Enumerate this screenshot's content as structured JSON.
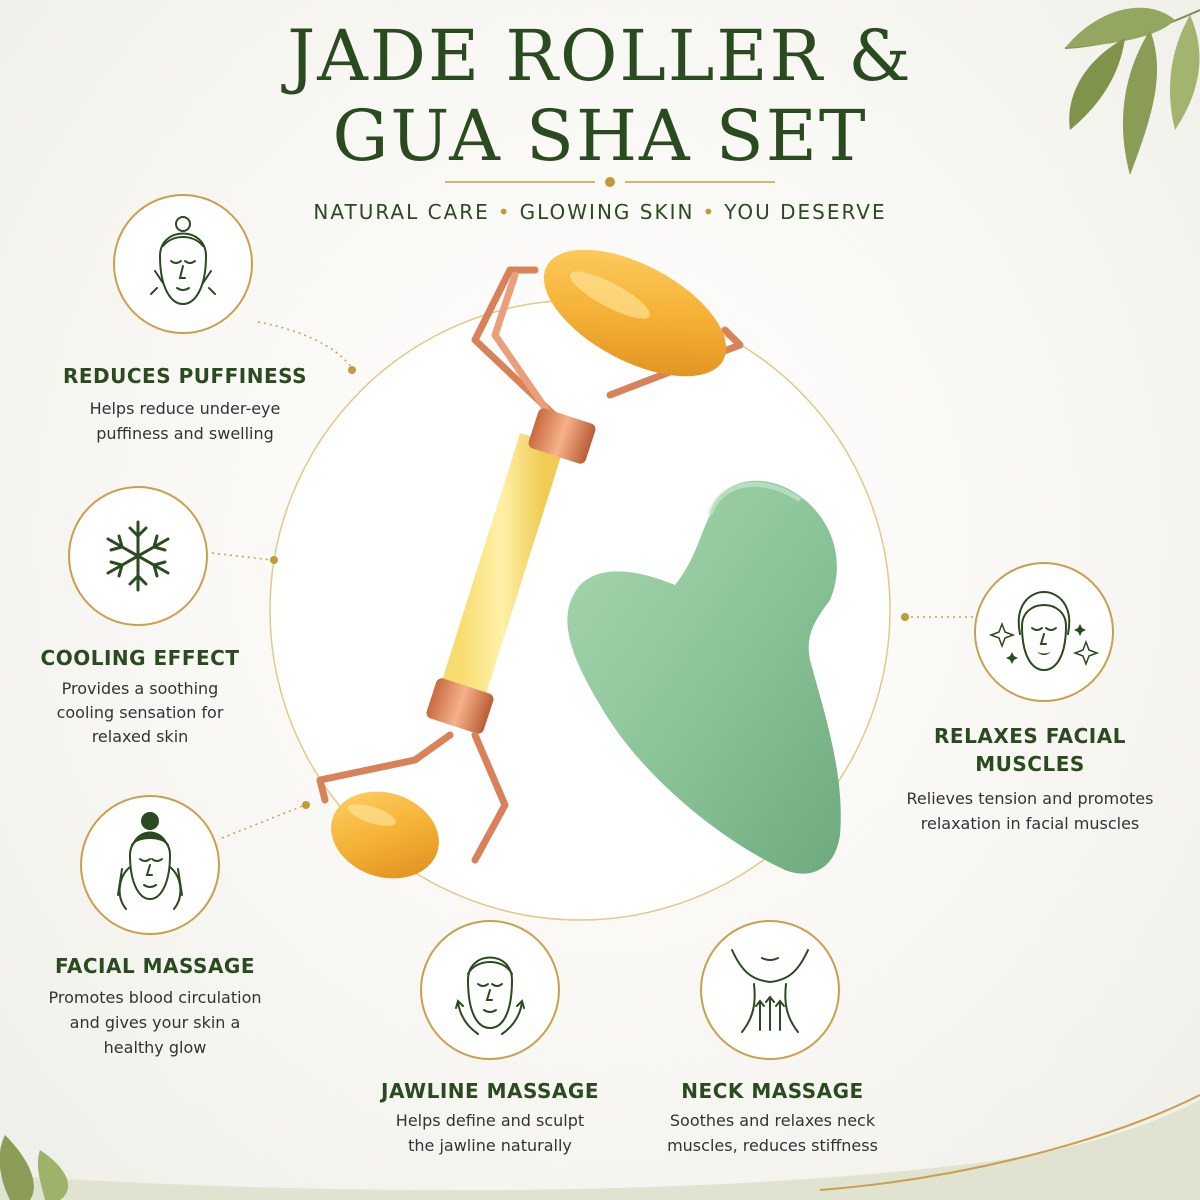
{
  "title": {
    "line1": "JADE ROLLER &",
    "line2": "GUA SHA SET"
  },
  "tagline": {
    "part1": "NATURAL CARE",
    "part2": "GLOWING SKIN",
    "part3": "YOU DESERVE",
    "separator": "•"
  },
  "colors": {
    "green": "#2a4a1f",
    "gold": "#c9a04c",
    "roller": "#f4b93a",
    "gua_sha": "#8fc49a",
    "frame": "#d9825a"
  },
  "features": {
    "puffiness": {
      "icon": "face-depuff-icon",
      "title": "REDUCES PUFFINESS",
      "desc1": "Helps reduce under-eye",
      "desc2": "puffiness and swelling"
    },
    "cooling": {
      "icon": "snowflake-icon",
      "title": "COOLING EFFECT",
      "desc1": "Provides a soothing",
      "desc2": "cooling sensation for",
      "desc3": "relaxed skin"
    },
    "facial": {
      "icon": "face-hands-icon",
      "title": "FACIAL MASSAGE",
      "desc1": "Promotes blood circulation",
      "desc2": "and gives your skin a",
      "desc3": "healthy glow"
    },
    "relaxes": {
      "icon": "face-sparkle-icon",
      "title1": "RELAXES FACIAL",
      "title2": "MUSCLES",
      "desc1": "Relieves tension and promotes",
      "desc2": "relaxation in facial muscles"
    },
    "jawline": {
      "icon": "jawline-icon",
      "title": "JAWLINE MASSAGE",
      "desc1": "Helps define and sculpt",
      "desc2": "the jawline naturally"
    },
    "neck": {
      "icon": "neck-icon",
      "title": "NECK MASSAGE",
      "desc1": "Soothes and relaxes neck",
      "desc2": "muscles, reduces stiffness"
    }
  }
}
